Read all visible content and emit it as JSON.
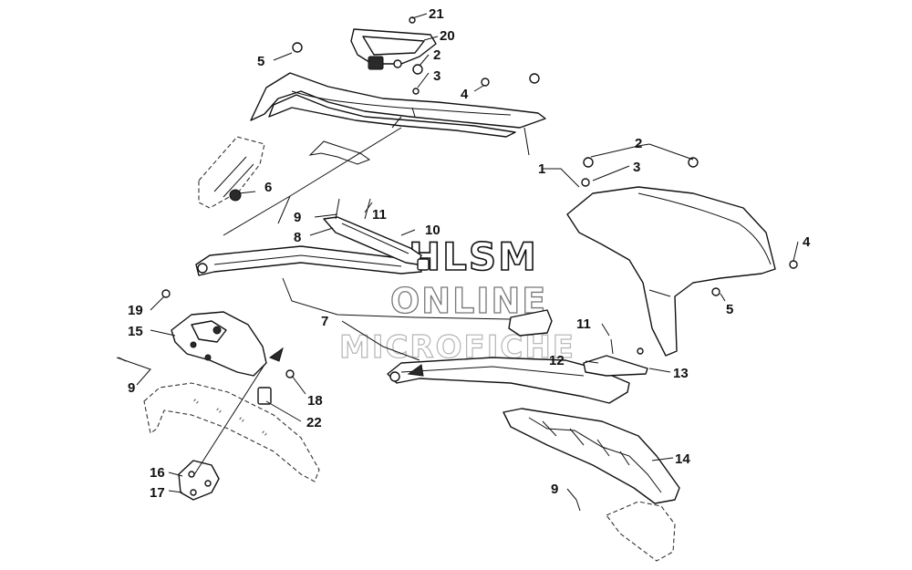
{
  "watermark": {
    "line1": "HLSM",
    "line2": "ONLINE",
    "line3": "MICROFICHE"
  },
  "callouts": [
    {
      "id": "c21",
      "label": "21"
    },
    {
      "id": "c20",
      "label": "20"
    },
    {
      "id": "c2a",
      "label": "2"
    },
    {
      "id": "c3a",
      "label": "3"
    },
    {
      "id": "c4a",
      "label": "4"
    },
    {
      "id": "c5a",
      "label": "5"
    },
    {
      "id": "c1",
      "label": "1"
    },
    {
      "id": "c2b",
      "label": "2"
    },
    {
      "id": "c3b",
      "label": "3"
    },
    {
      "id": "c6",
      "label": "6"
    },
    {
      "id": "c9a",
      "label": "9"
    },
    {
      "id": "c11a",
      "label": "11"
    },
    {
      "id": "c8",
      "label": "8"
    },
    {
      "id": "c10",
      "label": "10"
    },
    {
      "id": "c4b",
      "label": "4"
    },
    {
      "id": "c5b",
      "label": "5"
    },
    {
      "id": "c19",
      "label": "19"
    },
    {
      "id": "c15",
      "label": "15"
    },
    {
      "id": "c7",
      "label": "7"
    },
    {
      "id": "c11b",
      "label": "11"
    },
    {
      "id": "c12",
      "label": "12"
    },
    {
      "id": "c13",
      "label": "13"
    },
    {
      "id": "c9b",
      "label": "9"
    },
    {
      "id": "c18",
      "label": "18"
    },
    {
      "id": "c22",
      "label": "22"
    },
    {
      "id": "c14",
      "label": "14"
    },
    {
      "id": "c16",
      "label": "16"
    },
    {
      "id": "c17",
      "label": "17"
    },
    {
      "id": "c9c",
      "label": "9"
    }
  ]
}
